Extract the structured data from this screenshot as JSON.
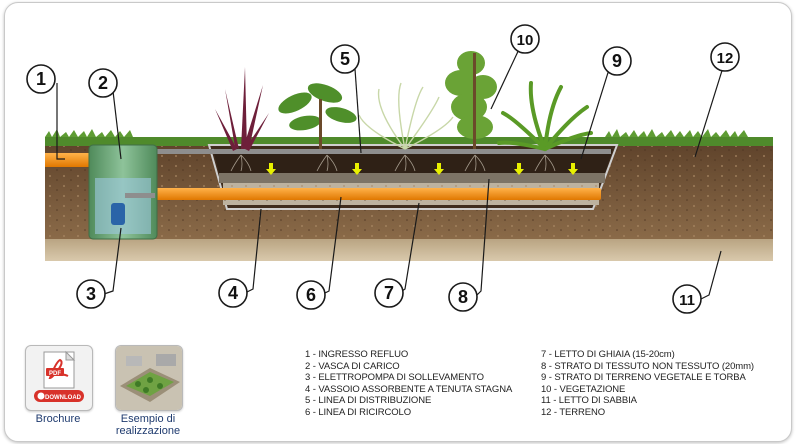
{
  "callouts": [
    {
      "n": "1"
    },
    {
      "n": "2"
    },
    {
      "n": "3"
    },
    {
      "n": "4"
    },
    {
      "n": "5"
    },
    {
      "n": "6"
    },
    {
      "n": "7"
    },
    {
      "n": "8"
    },
    {
      "n": "9"
    },
    {
      "n": "10"
    },
    {
      "n": "11"
    },
    {
      "n": "12"
    }
  ],
  "legend_left": [
    "1 - INGRESSO REFLUO",
    "2 - VASCA DI CARICO",
    "3 - ELETTROPOMPA DI SOLLEVAMENTO",
    "4 - VASSOIO ASSORBENTE A TENUTA STAGNA",
    "5 - LINEA DI DISTRIBUZIONE",
    "6 - LINEA DI RICIRCOLO"
  ],
  "legend_right": [
    "7 - LETTO DI GHIAIA (15-20cm)",
    "8 - STRATO DI TESSUTO NON TESSUTO (20mm)",
    "9 - STRATO DI TERRENO VEGETALE E TORBA",
    "10 - VEGETAZIONE",
    "11 - LETTO DI SABBIA",
    "12 - TERRENO"
  ],
  "links": {
    "brochure": {
      "label": "Brochure",
      "badge_top": "PDF",
      "badge_bottom": "DOWNLOAD"
    },
    "example": {
      "label_line1": "Esempio di",
      "label_line2": "realizzazione"
    }
  },
  "colors": {
    "pipe": "#f5911e",
    "soil": "#7a5a3c",
    "sand": "#cdb89a",
    "grass": "#4f8a2b",
    "pdf_red": "#d8322a"
  }
}
